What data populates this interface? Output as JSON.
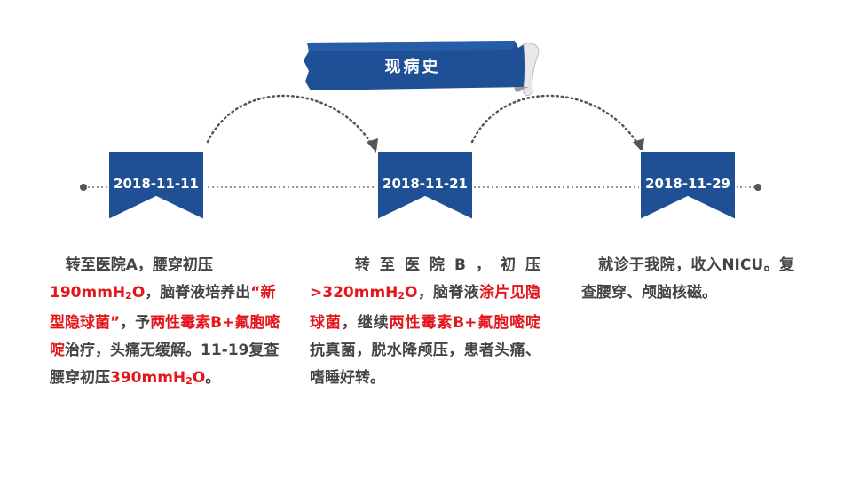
{
  "title": "现病史",
  "colors": {
    "navy": "#1f4f95",
    "accent_red": "#e3161c",
    "text_gray": "#444444"
  },
  "dates": [
    "2018-11-11",
    "2018-11-21",
    "2018-11-29"
  ],
  "columns": [
    {
      "segments": [
        {
          "t": "转至医院A，腰穿初压",
          "red": false
        },
        {
          "t": "190mmH",
          "red": true
        },
        {
          "t": "2",
          "red": true,
          "sub": true
        },
        {
          "t": "O",
          "red": true
        },
        {
          "t": "，脑脊液培养出",
          "red": false
        },
        {
          "t": "“新型隐球菌”",
          "red": true
        },
        {
          "t": "，予",
          "red": false
        },
        {
          "t": "两性霉素B+氟胞嘧啶",
          "red": true
        },
        {
          "t": "治疗，头痛无缓解。11-19复查腰穿初压",
          "red": false
        },
        {
          "t": "390mmH",
          "red": true
        },
        {
          "t": "2",
          "red": true,
          "sub": true
        },
        {
          "t": "O",
          "red": true
        },
        {
          "t": "。",
          "red": false
        }
      ]
    },
    {
      "segments": [
        {
          "t": "转至医院B，初压",
          "red": false
        },
        {
          "t": ">320mmH",
          "red": true
        },
        {
          "t": "2",
          "red": true,
          "sub": true
        },
        {
          "t": "O",
          "red": true
        },
        {
          "t": "，脑脊液",
          "red": false
        },
        {
          "t": "涂片见隐球菌",
          "red": true
        },
        {
          "t": "，继续",
          "red": false
        },
        {
          "t": "两性霉素B+氟胞嘧啶",
          "red": true
        },
        {
          "t": "抗真菌，脱水降颅压，患者头痛、嗜睡好转。",
          "red": false
        }
      ]
    },
    {
      "segments": [
        {
          "t": "就诊于我院，收入NICU。复查腰穿、颅脑核磁。",
          "red": false
        }
      ]
    }
  ]
}
